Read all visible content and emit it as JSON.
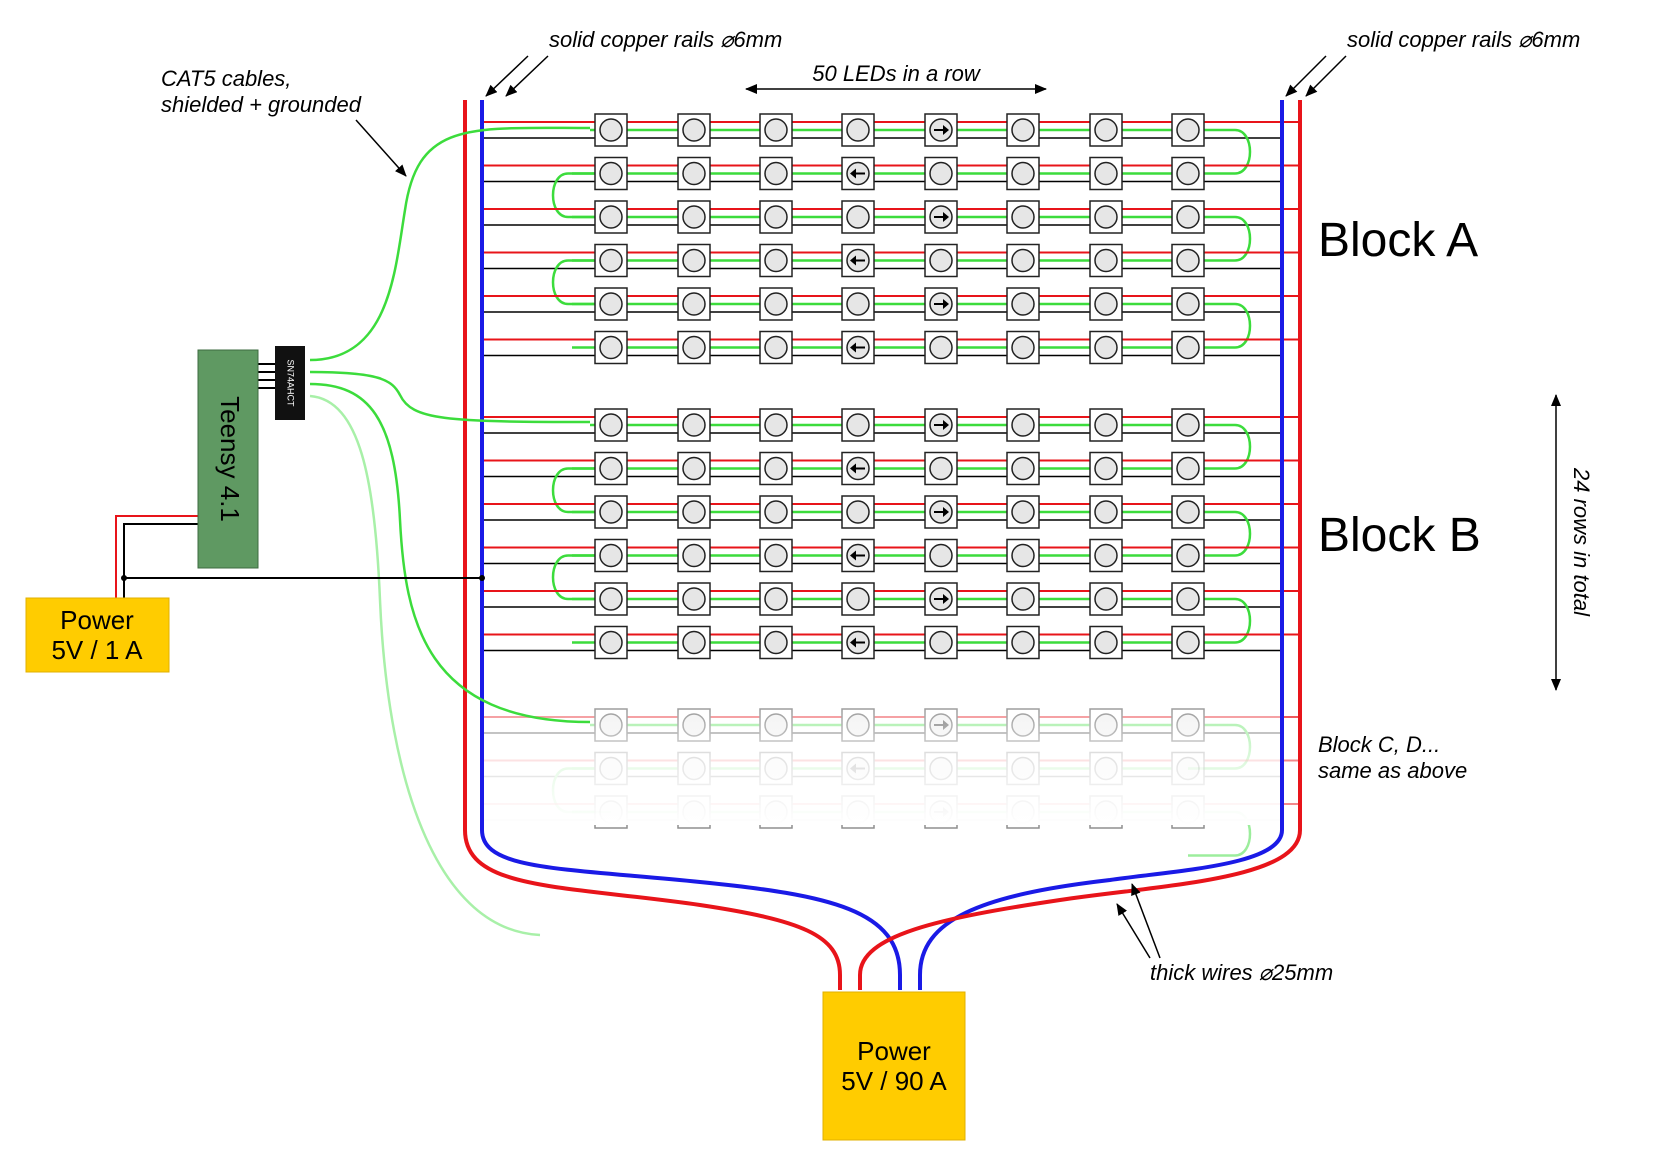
{
  "annotations": {
    "rails_left": "solid copper rails ⌀6mm",
    "rails_right": "solid copper rails ⌀6mm",
    "cables_line1": "CAT5 cables,",
    "cables_line2": "shielded + grounded",
    "leds_per_row": "50 LEDs in a row",
    "rows_total": "24 rows in total",
    "thick_wires": "thick wires ⌀25mm",
    "more_blocks_line1": "Block C, D...",
    "more_blocks_line2": "same as above"
  },
  "blocks": [
    {
      "label": "Block A"
    },
    {
      "label": "Block B"
    }
  ],
  "controller": {
    "label": "Teensy 4.1",
    "color": "#5f9962"
  },
  "level_shifter": {
    "label": "SN74AHCT",
    "color": "#111111"
  },
  "power_small": {
    "line1": "Power",
    "line2": "5V / 1 A",
    "color": "#ffcc00"
  },
  "power_main": {
    "line1": "Power",
    "line2": "5V / 90 A",
    "color": "#ffcc00"
  },
  "colors": {
    "positive": "#e8141a",
    "ground": "#1a1ae6",
    "data": "#3cdc3c",
    "signal_ground": "#000000",
    "led_fill": "#e6e6e6"
  },
  "icons": {
    "direction_right": "arrow-right-icon",
    "direction_left": "arrow-left-icon"
  }
}
